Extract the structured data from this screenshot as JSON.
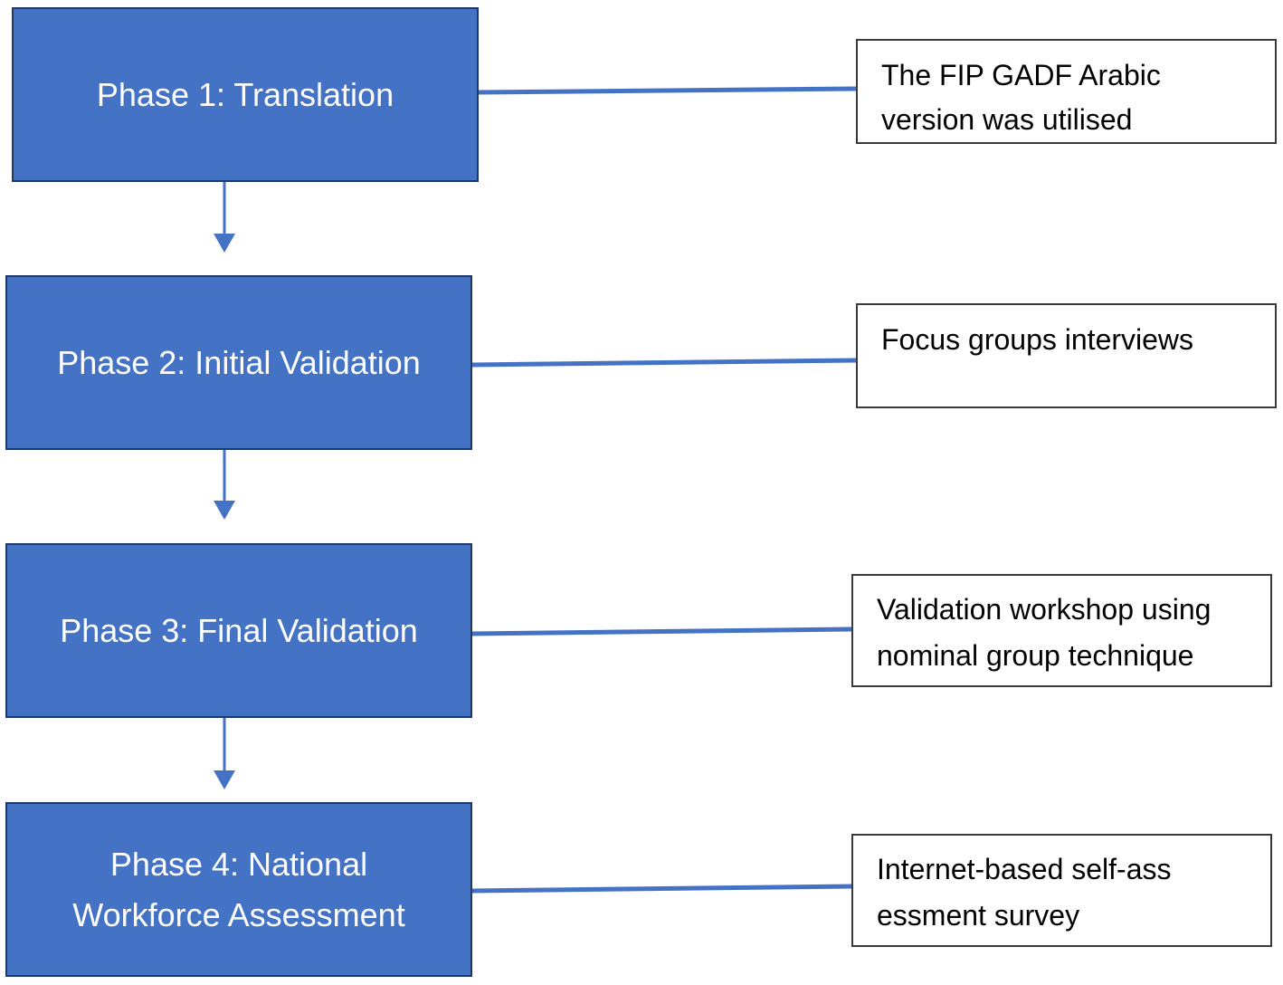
{
  "colors": {
    "phase_fill": "#4472c4",
    "phase_border": "#203864",
    "phase_text": "#ffffff",
    "connector": "#4472c4",
    "note_border": "#3a3a3a",
    "note_text": "#000000"
  },
  "phases": [
    {
      "label": "Phase 1: Translation",
      "note": "The FIP GADF Arabic version was utilised"
    },
    {
      "label": "Phase 2: Initial Validation",
      "note": "Focus groups interviews"
    },
    {
      "label": "Phase 3: Final Validation",
      "note": "Validation workshop using nominal group technique"
    },
    {
      "label": "Phase 4: National Workforce Assessment",
      "note": "Internet-based self-assessment survey"
    }
  ]
}
